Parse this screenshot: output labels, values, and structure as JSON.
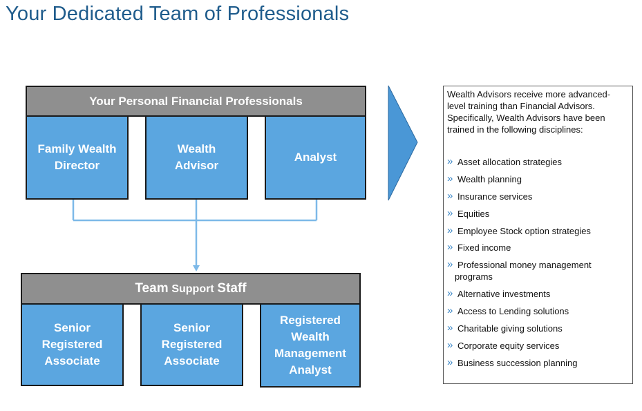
{
  "title": "Your Dedicated Team of Professionals",
  "top_group": {
    "header": "Your Personal Financial Professionals",
    "roles": [
      "Family Wealth\nDirector",
      "Wealth\nAdvisor",
      "Analyst"
    ]
  },
  "bottom_group": {
    "header_bold_1": "Team",
    "header_regular": "Support",
    "header_bold_2": "Staff",
    "roles": [
      "Senior\nRegistered\nAssociate",
      "Senior\nRegistered\nAssociate",
      "Registered\nWealth\nManagement\nAnalyst"
    ]
  },
  "info_panel": {
    "intro": "Wealth Advisors receive more advanced-level training than Financial Advisors. Specifically, Wealth Advisors have been trained in the following disciplines:",
    "bullet_glyph": "»",
    "disciplines": [
      "Asset allocation strategies",
      "Wealth planning",
      "Insurance services",
      "Equities",
      "Employee Stock option strategies",
      "Fixed income",
      "Professional money management",
      "Alternative investments",
      "Access to Lending solutions",
      "Charitable giving solutions",
      "Corporate equity services",
      "Business succession planning"
    ],
    "discipline_continuation": "programs"
  },
  "colors": {
    "title": "#1f5c8c",
    "role_box": "#5ba6e0",
    "header_bar": "#8f8f8f",
    "connector": "#7db9e8",
    "arrow": "#4a97d6",
    "bullet": "#3a86c6"
  }
}
